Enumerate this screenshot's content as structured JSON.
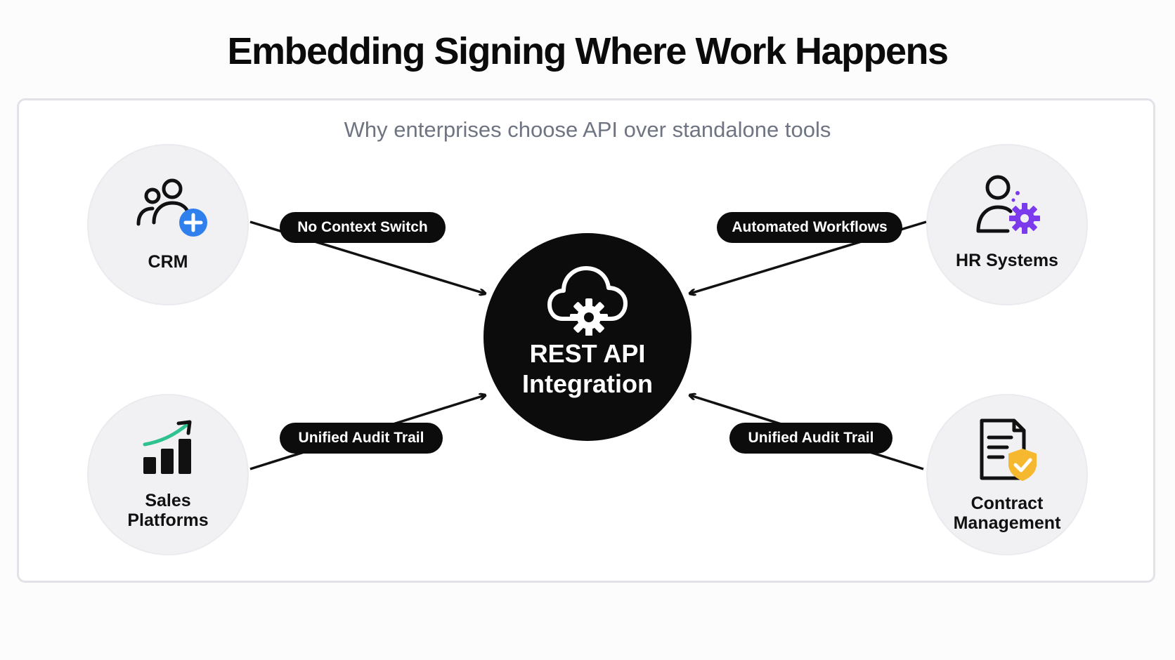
{
  "title": "Embedding Signing Where Work Happens",
  "subtitle": "Why enterprises choose API over standalone tools",
  "hub": {
    "label_line1": "REST API",
    "label_line2": "Integration",
    "icon": "cloud-gear-icon"
  },
  "nodes": [
    {
      "id": "crm",
      "label_line1": "CRM",
      "label_line2": "",
      "icon": "users-plus-icon",
      "accent": "#2f80ed"
    },
    {
      "id": "hr",
      "label_line1": "HR Systems",
      "label_line2": "",
      "icon": "user-gear-icon",
      "accent": "#7c3aed"
    },
    {
      "id": "sales",
      "label_line1": "Sales",
      "label_line2": "Platforms",
      "icon": "bar-chart-growth-icon",
      "accent": "#2fc28e"
    },
    {
      "id": "contract",
      "label_line1": "Contract",
      "label_line2": "Management",
      "icon": "document-shield-icon",
      "accent": "#f5b82e"
    }
  ],
  "connections": [
    {
      "from": "crm",
      "to": "hub",
      "label": "No Context Switch"
    },
    {
      "from": "hr",
      "to": "hub",
      "label": "Automated Workflows"
    },
    {
      "from": "sales",
      "to": "hub",
      "label": "Unified Audit Trail"
    },
    {
      "from": "contract",
      "to": "hub",
      "label": "Unified Audit Trail"
    }
  ],
  "colors": {
    "hub_fill": "#0c0c0c",
    "node_fill": "#f1f1f4",
    "subtitle_text": "#6e7482",
    "panel_border": "#e1e3e8"
  }
}
